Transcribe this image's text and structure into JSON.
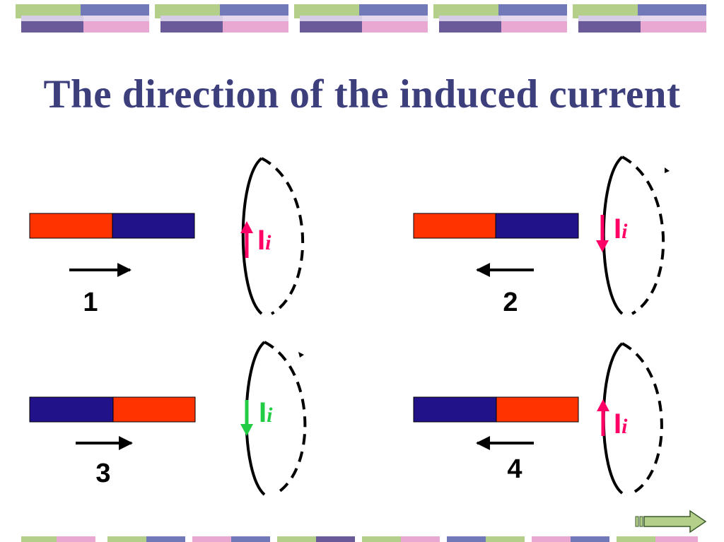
{
  "slide": {
    "title": "The direction of the induced current"
  },
  "colors": {
    "title": "#3d3f7d",
    "north_pole": "#ff3300",
    "south_pole": "#21128a",
    "current_magenta": "#ff0066",
    "current_green": "#22cc44",
    "band_green": "#b4cf8a",
    "band_blue": "#7279b8",
    "band_purple": "#6a5a9a",
    "band_pink": "#e8a8d2"
  },
  "cases": [
    {
      "number": "1",
      "label": "I",
      "label_sub": "i",
      "motion": "right",
      "current": "up"
    },
    {
      "number": "2",
      "label": "I",
      "label_sub": "i",
      "motion": "left",
      "current": "down"
    },
    {
      "number": "3",
      "label": "I",
      "label_sub": "i",
      "motion": "right",
      "current": "down"
    },
    {
      "number": "4",
      "label": "I",
      "label_sub": "i",
      "motion": "left",
      "current": "up"
    }
  ],
  "navigation": {
    "next_icon": "arrow-right-icon"
  }
}
